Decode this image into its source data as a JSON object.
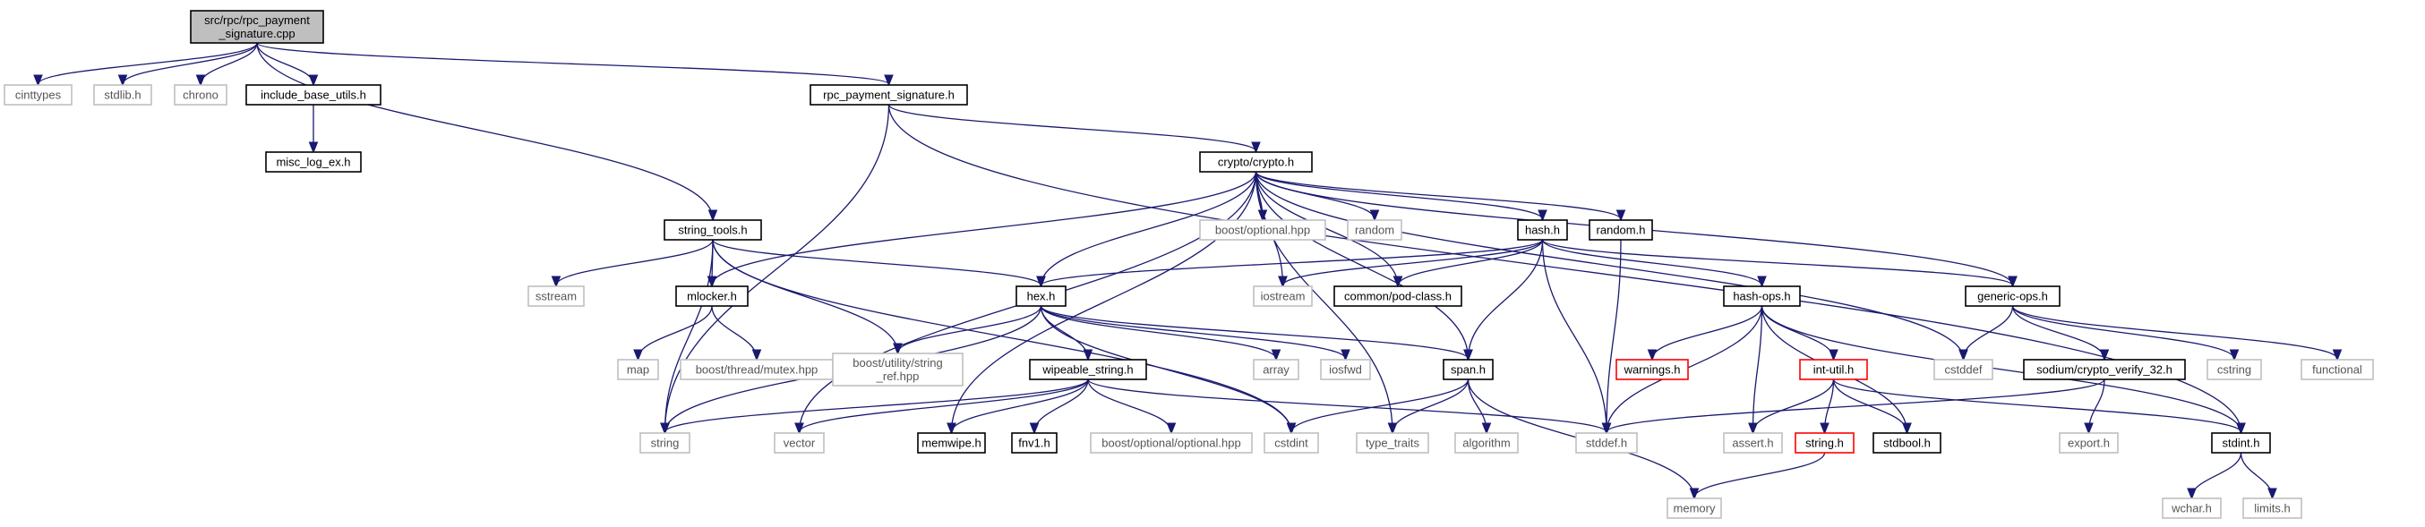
{
  "nodes": [
    {
      "id": "root",
      "lines": [
        "src/rpc/rpc_payment",
        "_signature.cpp"
      ],
      "kind": "root"
    },
    {
      "id": "cinttypes",
      "lines": [
        "cinttypes"
      ],
      "kind": "ext"
    },
    {
      "id": "stdlib_h",
      "lines": [
        "stdlib.h"
      ],
      "kind": "ext"
    },
    {
      "id": "chrono",
      "lines": [
        "chrono"
      ],
      "kind": "ext"
    },
    {
      "id": "include_base_utils_h",
      "lines": [
        "include_base_utils.h"
      ],
      "kind": "doc"
    },
    {
      "id": "misc_log_ex_h",
      "lines": [
        "misc_log_ex.h"
      ],
      "kind": "doc"
    },
    {
      "id": "rpc_payment_signature_h",
      "lines": [
        "rpc_payment_signature.h"
      ],
      "kind": "doc"
    },
    {
      "id": "crypto_h",
      "lines": [
        "crypto/crypto.h"
      ],
      "kind": "doc"
    },
    {
      "id": "string_tools_h",
      "lines": [
        "string_tools.h"
      ],
      "kind": "doc"
    },
    {
      "id": "sstream",
      "lines": [
        "sstream"
      ],
      "kind": "ext"
    },
    {
      "id": "mlocker_h",
      "lines": [
        "mlocker.h"
      ],
      "kind": "doc"
    },
    {
      "id": "map",
      "lines": [
        "map"
      ],
      "kind": "ext"
    },
    {
      "id": "boost_mutex",
      "lines": [
        "boost/thread/mutex.hpp"
      ],
      "kind": "ext"
    },
    {
      "id": "boost_string_ref",
      "lines": [
        "boost/utility/string",
        "_ref.hpp"
      ],
      "kind": "ext"
    },
    {
      "id": "hex_h",
      "lines": [
        "hex.h"
      ],
      "kind": "doc"
    },
    {
      "id": "boost_optional_hpp",
      "lines": [
        "boost/optional.hpp"
      ],
      "kind": "ext"
    },
    {
      "id": "random",
      "lines": [
        "random"
      ],
      "kind": "ext"
    },
    {
      "id": "hash_h",
      "lines": [
        "hash.h"
      ],
      "kind": "doc"
    },
    {
      "id": "random_h",
      "lines": [
        "random.h"
      ],
      "kind": "doc"
    },
    {
      "id": "iostream",
      "lines": [
        "iostream"
      ],
      "kind": "ext"
    },
    {
      "id": "pod_class_h",
      "lines": [
        "common/pod-class.h"
      ],
      "kind": "doc"
    },
    {
      "id": "hash_ops_h",
      "lines": [
        "hash-ops.h"
      ],
      "kind": "doc"
    },
    {
      "id": "generic_ops_h",
      "lines": [
        "generic-ops.h"
      ],
      "kind": "doc"
    },
    {
      "id": "wipeable_string_h",
      "lines": [
        "wipeable_string.h"
      ],
      "kind": "doc"
    },
    {
      "id": "array",
      "lines": [
        "array"
      ],
      "kind": "ext"
    },
    {
      "id": "iosfwd",
      "lines": [
        "iosfwd"
      ],
      "kind": "ext"
    },
    {
      "id": "span_h",
      "lines": [
        "span.h"
      ],
      "kind": "doc"
    },
    {
      "id": "warnings_h",
      "lines": [
        "warnings.h"
      ],
      "kind": "trunc"
    },
    {
      "id": "int_util_h",
      "lines": [
        "int-util.h"
      ],
      "kind": "trunc"
    },
    {
      "id": "cstddef",
      "lines": [
        "cstddef"
      ],
      "kind": "ext"
    },
    {
      "id": "sodium_verify_h",
      "lines": [
        "sodium/crypto_verify_32.h"
      ],
      "kind": "doc"
    },
    {
      "id": "cstring",
      "lines": [
        "cstring"
      ],
      "kind": "ext"
    },
    {
      "id": "functional",
      "lines": [
        "functional"
      ],
      "kind": "ext"
    },
    {
      "id": "string",
      "lines": [
        "string"
      ],
      "kind": "ext"
    },
    {
      "id": "vector",
      "lines": [
        "vector"
      ],
      "kind": "ext"
    },
    {
      "id": "memwipe_h",
      "lines": [
        "memwipe.h"
      ],
      "kind": "doc"
    },
    {
      "id": "fnv1_h",
      "lines": [
        "fnv1.h"
      ],
      "kind": "doc"
    },
    {
      "id": "boost_optional_optional",
      "lines": [
        "boost/optional/optional.hpp"
      ],
      "kind": "ext"
    },
    {
      "id": "cstdint",
      "lines": [
        "cstdint"
      ],
      "kind": "ext"
    },
    {
      "id": "type_traits",
      "lines": [
        "type_traits"
      ],
      "kind": "ext"
    },
    {
      "id": "algorithm",
      "lines": [
        "algorithm"
      ],
      "kind": "ext"
    },
    {
      "id": "stddef_h",
      "lines": [
        "stddef.h"
      ],
      "kind": "ext"
    },
    {
      "id": "assert_h",
      "lines": [
        "assert.h"
      ],
      "kind": "ext"
    },
    {
      "id": "string_h",
      "lines": [
        "string.h"
      ],
      "kind": "trunc"
    },
    {
      "id": "stdbool_h",
      "lines": [
        "stdbool.h"
      ],
      "kind": "doc"
    },
    {
      "id": "export_h",
      "lines": [
        "export.h"
      ],
      "kind": "ext"
    },
    {
      "id": "stdint_h",
      "lines": [
        "stdint.h"
      ],
      "kind": "doc"
    },
    {
      "id": "memory",
      "lines": [
        "memory"
      ],
      "kind": "ext"
    },
    {
      "id": "wchar_h",
      "lines": [
        "wchar.h"
      ],
      "kind": "ext"
    },
    {
      "id": "limits_h",
      "lines": [
        "limits.h"
      ],
      "kind": "ext"
    }
  ],
  "edges": [
    [
      "root",
      "cinttypes"
    ],
    [
      "root",
      "stdlib_h"
    ],
    [
      "root",
      "chrono"
    ],
    [
      "root",
      "include_base_utils_h"
    ],
    [
      "root",
      "rpc_payment_signature_h"
    ],
    [
      "root",
      "string_tools_h"
    ],
    [
      "include_base_utils_h",
      "misc_log_ex_h"
    ],
    [
      "rpc_payment_signature_h",
      "crypto_h"
    ],
    [
      "rpc_payment_signature_h",
      "string"
    ],
    [
      "rpc_payment_signature_h",
      "stdint_h"
    ],
    [
      "crypto_h",
      "vector"
    ],
    [
      "crypto_h",
      "mlocker_h"
    ],
    [
      "crypto_h",
      "hex_h"
    ],
    [
      "crypto_h",
      "memwipe_h"
    ],
    [
      "crypto_h",
      "span_h"
    ],
    [
      "crypto_h",
      "type_traits"
    ],
    [
      "crypto_h",
      "boost_optional_hpp"
    ],
    [
      "crypto_h",
      "random"
    ],
    [
      "crypto_h",
      "iostream"
    ],
    [
      "crypto_h",
      "pod_class_h"
    ],
    [
      "crypto_h",
      "hash_h"
    ],
    [
      "crypto_h",
      "random_h"
    ],
    [
      "crypto_h",
      "cstddef"
    ],
    [
      "crypto_h",
      "generic_ops_h"
    ],
    [
      "string_tools_h",
      "sstream"
    ],
    [
      "string_tools_h",
      "mlocker_h"
    ],
    [
      "string_tools_h",
      "boost_string_ref"
    ],
    [
      "string_tools_h",
      "hex_h"
    ],
    [
      "string_tools_h",
      "string"
    ],
    [
      "string_tools_h",
      "cstdint"
    ],
    [
      "mlocker_h",
      "map"
    ],
    [
      "mlocker_h",
      "boost_mutex"
    ],
    [
      "hex_h",
      "string"
    ],
    [
      "hex_h",
      "boost_string_ref"
    ],
    [
      "hex_h",
      "wipeable_string_h"
    ],
    [
      "hex_h",
      "cstdint"
    ],
    [
      "hex_h",
      "array"
    ],
    [
      "hex_h",
      "iosfwd"
    ],
    [
      "hex_h",
      "span_h"
    ],
    [
      "hash_h",
      "hex_h"
    ],
    [
      "hash_h",
      "iostream"
    ],
    [
      "hash_h",
      "pod_class_h"
    ],
    [
      "hash_h",
      "generic_ops_h"
    ],
    [
      "hash_h",
      "hash_ops_h"
    ],
    [
      "hash_h",
      "span_h"
    ],
    [
      "hash_h",
      "stddef_h"
    ],
    [
      "random_h",
      "stddef_h"
    ],
    [
      "hash_ops_h",
      "warnings_h"
    ],
    [
      "hash_ops_h",
      "int_util_h"
    ],
    [
      "hash_ops_h",
      "assert_h"
    ],
    [
      "hash_ops_h",
      "stddef_h"
    ],
    [
      "hash_ops_h",
      "stdbool_h"
    ],
    [
      "hash_ops_h",
      "stdint_h"
    ],
    [
      "generic_ops_h",
      "cstddef"
    ],
    [
      "generic_ops_h",
      "cstring"
    ],
    [
      "generic_ops_h",
      "functional"
    ],
    [
      "generic_ops_h",
      "sodium_verify_h"
    ],
    [
      "wipeable_string_h",
      "string"
    ],
    [
      "wipeable_string_h",
      "vector"
    ],
    [
      "wipeable_string_h",
      "memwipe_h"
    ],
    [
      "wipeable_string_h",
      "fnv1_h"
    ],
    [
      "wipeable_string_h",
      "boost_optional_optional"
    ],
    [
      "wipeable_string_h",
      "stddef_h"
    ],
    [
      "span_h",
      "algorithm"
    ],
    [
      "span_h",
      "cstdint"
    ],
    [
      "span_h",
      "memory"
    ],
    [
      "span_h",
      "type_traits"
    ],
    [
      "int_util_h",
      "assert_h"
    ],
    [
      "int_util_h",
      "string_h"
    ],
    [
      "int_util_h",
      "stdbool_h"
    ],
    [
      "int_util_h",
      "stdint_h"
    ],
    [
      "sodium_verify_h",
      "stddef_h"
    ],
    [
      "sodium_verify_h",
      "export_h"
    ],
    [
      "string_h",
      "memory"
    ],
    [
      "stdint_h",
      "wchar_h"
    ],
    [
      "stdint_h",
      "limits_h"
    ]
  ],
  "colors": {
    "edge": "#191970",
    "node_border": "#000000",
    "ext_border": "#bfbfbf",
    "trunc_border": "#ff0000",
    "root_fill": "#bfbfbf"
  }
}
